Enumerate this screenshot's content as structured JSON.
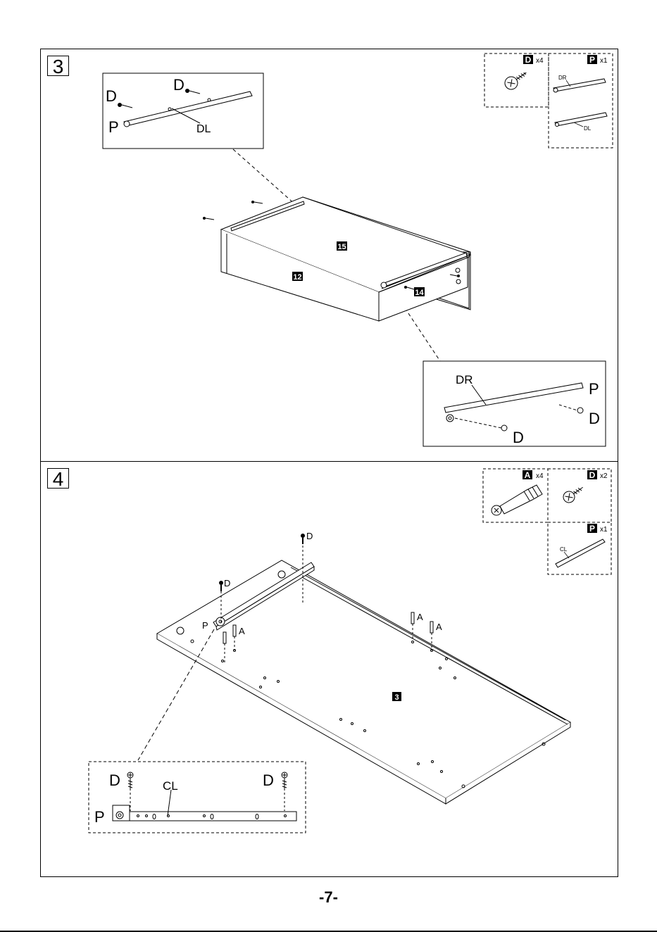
{
  "page": {
    "number": "-7-"
  },
  "step3": {
    "step_number": "3",
    "parts_box": {
      "d": {
        "letter": "D",
        "qty": "x4"
      },
      "p": {
        "letter": "P",
        "qty": "x1",
        "rail_right": "DR",
        "rail_left": "DL"
      }
    },
    "detail_top": {
      "screw1": "D",
      "screw2": "D",
      "rail_letter": "P",
      "rail_name": "DL"
    },
    "panel_labels": {
      "top": "15",
      "front": "12",
      "side": "14"
    },
    "detail_bottom": {
      "rail_name": "DR",
      "rail_letter": "P",
      "screw1": "D",
      "screw2": "D"
    }
  },
  "step4": {
    "step_number": "4",
    "parts_box": {
      "a": {
        "letter": "A",
        "qty": "x4"
      },
      "d": {
        "letter": "D",
        "qty": "x2"
      },
      "p": {
        "letter": "P",
        "qty": "x1",
        "rail_name": "CL"
      }
    },
    "board_label": "3",
    "callouts": {
      "d_top": "D",
      "d_left": "D",
      "p_left": "P",
      "a1": "A",
      "a2": "A",
      "a3": "A"
    },
    "detail": {
      "screw_left": "D",
      "screw_right": "D",
      "rail_name": "CL",
      "rail_letter": "P"
    }
  }
}
